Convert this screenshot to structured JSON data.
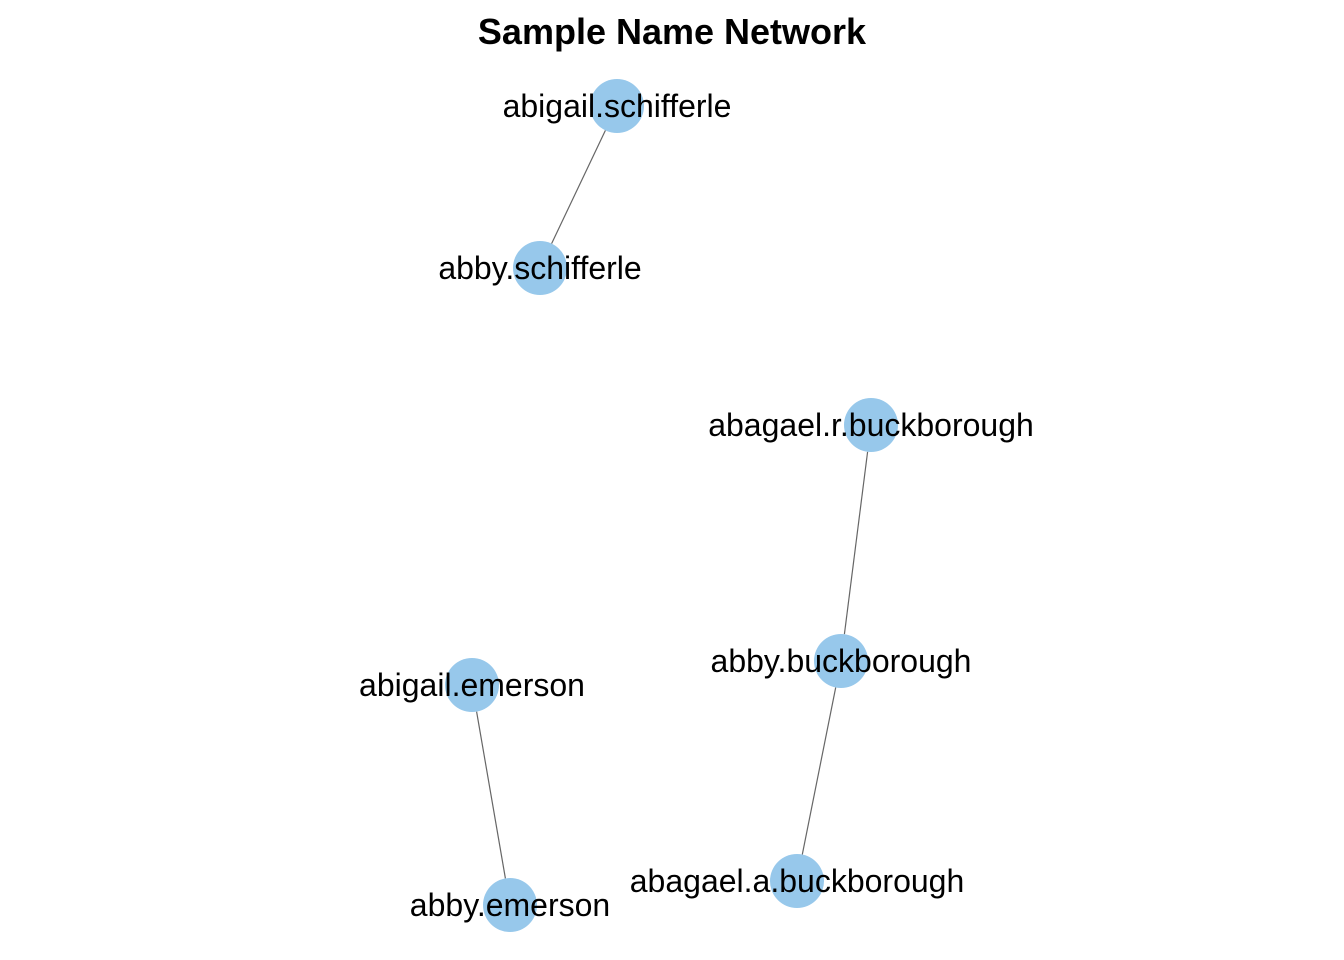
{
  "title": "Sample Name Network",
  "colors": {
    "node_fill": "#97c8eb",
    "edge_stroke": "#666666",
    "label": "#000000"
  },
  "nodes": [
    {
      "id": "abigail.schifferle",
      "label": "abigail.schifferle"
    },
    {
      "id": "abby.schifferle",
      "label": "abby.schifferle"
    },
    {
      "id": "abagael.r.buckborough",
      "label": "abagael.r.buckborough"
    },
    {
      "id": "abby.buckborough",
      "label": "abby.buckborough"
    },
    {
      "id": "abagael.a.buckborough",
      "label": "abagael.a.buckborough"
    },
    {
      "id": "abigail.emerson",
      "label": "abigail.emerson"
    },
    {
      "id": "abby.emerson",
      "label": "abby.emerson"
    }
  ],
  "edges": [
    {
      "source": "abigail.schifferle",
      "target": "abby.schifferle"
    },
    {
      "source": "abagael.r.buckborough",
      "target": "abby.buckborough"
    },
    {
      "source": "abby.buckborough",
      "target": "abagael.a.buckborough"
    },
    {
      "source": "abigail.emerson",
      "target": "abby.emerson"
    }
  ]
}
